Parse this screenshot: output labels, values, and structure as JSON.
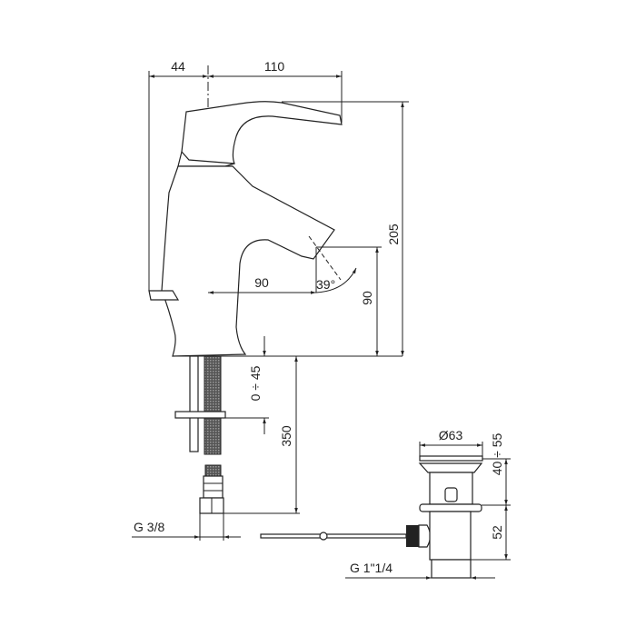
{
  "drawing": {
    "dimensions": {
      "handle_offset": "44",
      "spout_reach_top": "110",
      "total_height": "205",
      "spout_reach": "90",
      "spout_height": "90",
      "spout_angle": "39°",
      "deck_thickness": "0 ÷ 45",
      "hose_length": "350",
      "hose_thread": "G 3/8",
      "waste_diameter": "Ø63",
      "waste_cap_height": "40 ÷ 55",
      "waste_body_height": "52",
      "waste_thread": "G 1\"1/4"
    },
    "colors": {
      "line": "#222222",
      "background": "#ffffff"
    }
  }
}
